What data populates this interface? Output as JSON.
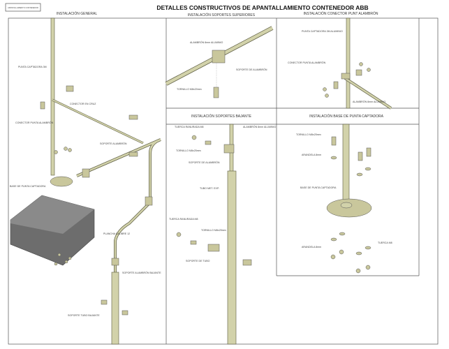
{
  "title": "DETALLES CONSTRUCTIVOS DE APANTALLAMIENTO CONTENEDOR ABB",
  "stamp": "APANTALLAMIENTO CONTENEDOR",
  "panels": {
    "general": {
      "header": "INSTALACIÓN GENERAL",
      "labels": [
        "PUNTA CAPTADORA 3M",
        "CONECTOR EN CRUZ",
        "CONECTOR PUNTA ALAMBRÓN",
        "SOPORTE ALAMBRÓN",
        "BASE DE PUNTA CAPTADORA",
        "PLANCHA CALIBRE 12",
        "SOPORTE ALAMBRÓN BAJANTE",
        "SOPORTE TUBO BAJANTE"
      ]
    },
    "superiores": {
      "header": "INSTALACIÓN SOPORTES SUPERIORES",
      "labels": [
        "ALAMBRÓN 8mm ALUMINIO",
        "SOPORTE DE ALAMBRÓN",
        "TORNILLO M8x20mm"
      ]
    },
    "conector": {
      "header": "INSTALACIÓN CONECTOR PUNT ALAMBRÓN",
      "labels": [
        "PUNTA CAPTADORA 3M ALUMINIO",
        "CONECTOR PUNTA ALAMBRÓN",
        "ALAMBRÓN 8mm ALUMINIO"
      ]
    },
    "bajante": {
      "header": "INSTALACIÓN SOPORTES BAJANTE",
      "labels": [
        "TUERCA RANURADA M8",
        "ALAMBRÓN 8mm ALUMINIO",
        "TORNILLO M8x25mm",
        "SOPORTE DE ALAMBRÓN",
        "TUBO MET. EXP.",
        "TUERCA RANURADA M8",
        "TORNILLO M8x25mm",
        "SOPORTE DE TUBO"
      ]
    },
    "base": {
      "header": "INSTALACIÓN BASE DE PUNTA CAPTADORA",
      "labels": [
        "TORNILLO M8x25mm",
        "ARANDELA 8mm",
        "BASE DE PUNTA CAPTADORA",
        "ARANDELA 8mm",
        "TUERCA M8"
      ]
    }
  }
}
